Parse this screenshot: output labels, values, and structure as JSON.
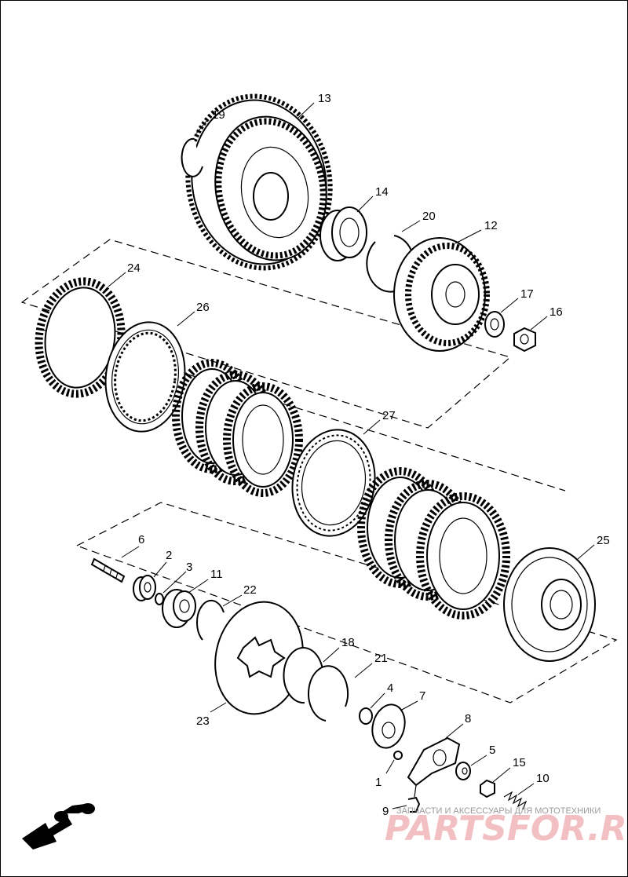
{
  "diagram": {
    "callouts": [
      {
        "id": "13",
        "text": "13"
      },
      {
        "id": "19",
        "text": "19"
      },
      {
        "id": "14",
        "text": "14"
      },
      {
        "id": "20",
        "text": "20"
      },
      {
        "id": "12",
        "text": "12"
      },
      {
        "id": "24",
        "text": "24"
      },
      {
        "id": "26",
        "text": "26"
      },
      {
        "id": "17",
        "text": "17"
      },
      {
        "id": "16",
        "text": "16"
      },
      {
        "id": "27",
        "text": "27"
      },
      {
        "id": "25",
        "text": "25"
      },
      {
        "id": "6",
        "text": "6"
      },
      {
        "id": "2",
        "text": "2"
      },
      {
        "id": "3",
        "text": "3"
      },
      {
        "id": "11",
        "text": "11"
      },
      {
        "id": "22",
        "text": "22"
      },
      {
        "id": "18",
        "text": "18"
      },
      {
        "id": "21",
        "text": "21"
      },
      {
        "id": "4",
        "text": "4"
      },
      {
        "id": "7",
        "text": "7"
      },
      {
        "id": "8",
        "text": "8"
      },
      {
        "id": "23",
        "text": "23"
      },
      {
        "id": "5",
        "text": "5"
      },
      {
        "id": "15",
        "text": "15"
      },
      {
        "id": "1",
        "text": "1"
      },
      {
        "id": "10",
        "text": "10"
      },
      {
        "id": "9",
        "text": "9"
      }
    ]
  },
  "watermark": {
    "tagline": "ЗАПЧАСТИ И АКСЕССУАРЫ ДЛЯ МОТОТЕХНИКИ",
    "brand": "PARTSFOR.RU",
    "color": "#f2c0c3"
  },
  "icons": {
    "orientation": "front-arrow-motorcycle-icon"
  }
}
